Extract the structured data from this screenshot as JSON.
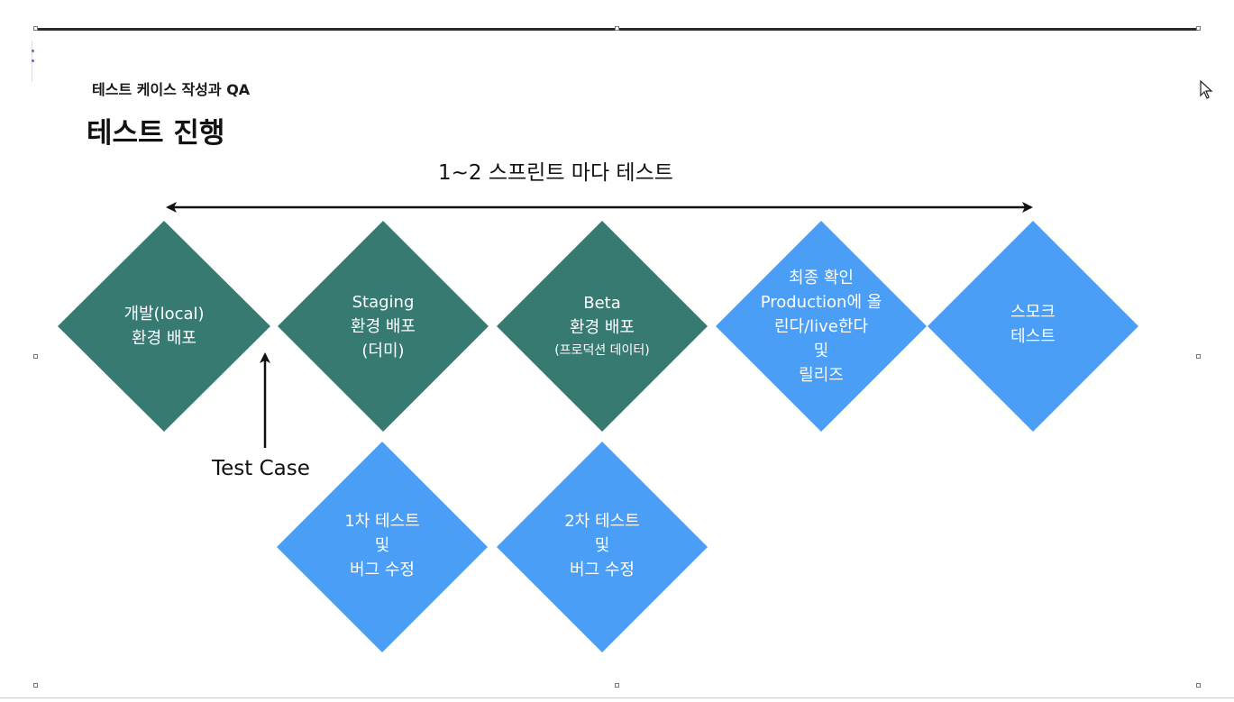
{
  "header": {
    "subtitle": "테스트 케이스 작성과 QA",
    "title": "테스트 진행"
  },
  "timeline": {
    "label": "1~2 스프린트 마다 테스트"
  },
  "test_case": {
    "label": "Test Case"
  },
  "colors": {
    "dark_green": "#367a72",
    "light_blue": "#4a9ef6",
    "text": "#111111"
  },
  "stages": [
    {
      "id": "dev",
      "color": "dark_green",
      "line1": "개발(local)",
      "line2": "환경 배포"
    },
    {
      "id": "staging",
      "color": "dark_green",
      "line1": "Staging",
      "line2": "환경 배포",
      "line3": "(더미)"
    },
    {
      "id": "beta",
      "color": "dark_green",
      "line1": "Beta",
      "line2": "환경 배포",
      "line3": "(프로덕션 데이터)"
    },
    {
      "id": "release",
      "color": "light_blue",
      "line1": "최종 확인",
      "line2": "Production에 올",
      "line3": "린다/live한다",
      "line4": "및",
      "line5": "릴리즈"
    },
    {
      "id": "smoke",
      "color": "light_blue",
      "line1": "스모크",
      "line2": "테스트"
    }
  ],
  "tests": [
    {
      "id": "test1",
      "color": "light_blue",
      "line1": "1차 테스트",
      "line2": "및",
      "line3": "버그 수정"
    },
    {
      "id": "test2",
      "color": "light_blue",
      "line1": "2차 테스트",
      "line2": "및",
      "line3": "버그 수정"
    }
  ]
}
